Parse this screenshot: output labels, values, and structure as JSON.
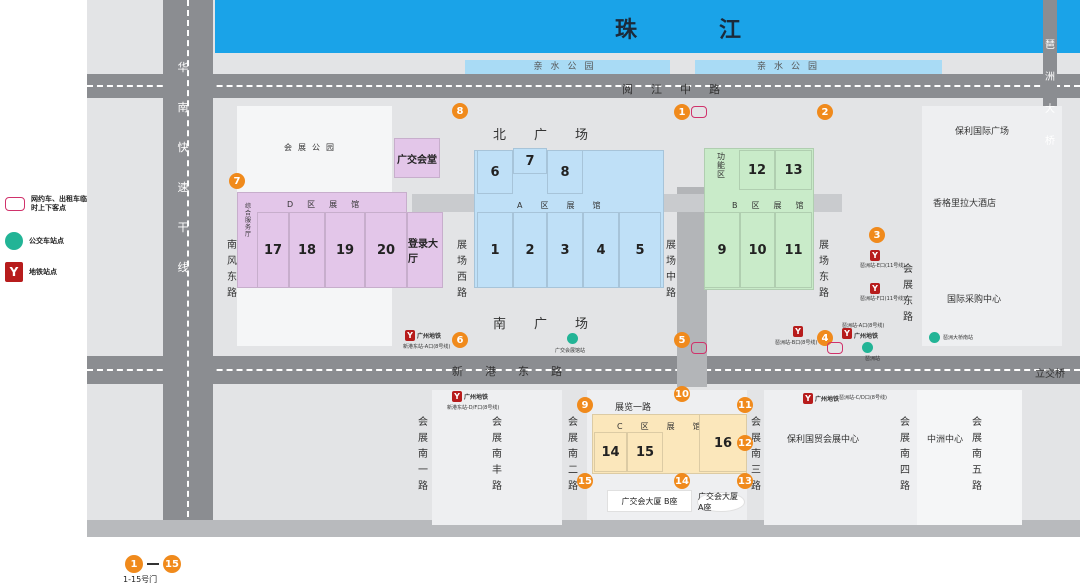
{
  "legend": {
    "taxi": "网约车、出租车临时上下客点",
    "bus": "公交车站点",
    "metro": "地铁站点",
    "gates_from": "1",
    "gates_to": "15",
    "gates_caption": "1-15号门"
  },
  "river": {
    "char1": "珠",
    "char2": "江"
  },
  "parks": {
    "left": "亲水公园",
    "right": "亲水公园"
  },
  "roads": {
    "yuejiang": "阅江中路",
    "xingang": "新港东路",
    "zhanlan": "展览一路",
    "huanan": "华南快速干线",
    "pazhou": "琶洲大桥",
    "nanfeng": "南风东路",
    "hz_west": "展场西路",
    "hz_mid": "展场中路",
    "hz_east": "展场东路",
    "hz_east_road": "会展东路",
    "hz_nan1": "会展南一路",
    "hz_nanfeng": "会展南丰路",
    "hz_nan2": "会展南二路",
    "hz_nan3": "会展南三路",
    "hz_nan4": "会展南四路",
    "hz_nan5": "会展南五路",
    "lijiao": "立交桥"
  },
  "places": {
    "huizhan_park": "会展公园",
    "canton_hall": "广交会堂",
    "dengluhall": "登录大厅",
    "zonghe": "综合服务厅",
    "gongneng": "功能区",
    "poly_plaza": "保利国际广场",
    "shangri": "香格里拉大酒店",
    "intl_purchase": "国际采购中心",
    "north_plaza": "北广场",
    "south_plaza": "南广场",
    "poly_expo": "保利国贸会展中心",
    "zhongzhou": "中洲中心",
    "building_b": "广交会大厦 B座",
    "building_a": "广交会大厦 A座"
  },
  "zones": {
    "a": "A区展馆",
    "b": "B区展馆",
    "c": "C区展馆",
    "d": "D区展馆"
  },
  "halls": {
    "d": [
      "17",
      "18",
      "19",
      "20"
    ],
    "a_top": [
      "6",
      "7",
      "8"
    ],
    "a": [
      "1",
      "2",
      "3",
      "4",
      "5"
    ],
    "b_top": [
      "12",
      "13"
    ],
    "b": [
      "9",
      "10",
      "11"
    ],
    "c": [
      "14",
      "15",
      "16"
    ]
  },
  "gates": [
    "1",
    "2",
    "3",
    "4",
    "5",
    "6",
    "7",
    "8",
    "9",
    "10",
    "11",
    "12",
    "13",
    "14",
    "15"
  ],
  "stations": {
    "metro_brand": "广州地铁",
    "xingang_a": "新港东站-A口(8号线)",
    "xingang_d": "新港东站-D/F口(8号线)",
    "pazhou_e": "琶洲站-E口(11号线)",
    "pazhou_f": "琶洲站-F口(11号线)",
    "pazhou_a": "琶洲站-A口(8号线)",
    "pazhou_b": "琶洲站-B口(8号线)",
    "pazhou_c": "琶洲站-C/D口(8号线)",
    "bus_canton": "广交会展馆站",
    "bus_pazhou": "琶洲站",
    "bus_bridge": "琶洲大桥南站"
  }
}
